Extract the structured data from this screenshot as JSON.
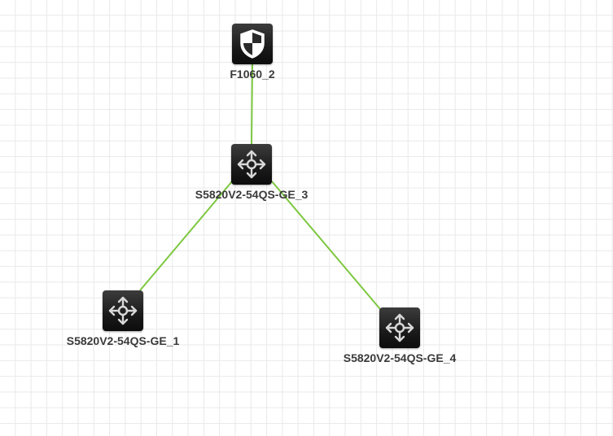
{
  "topology": {
    "link_color": "#7dc840",
    "nodes": {
      "firewall": {
        "label": "F1060_2",
        "icon": "firewall-shield-icon"
      },
      "switch3": {
        "label": "S5820V2-54QS-GE_3",
        "icon": "switch-arrows-icon"
      },
      "switch1": {
        "label": "S5820V2-54QS-GE_1",
        "icon": "switch-arrows-icon"
      },
      "switch4": {
        "label": "S5820V2-54QS-GE_4",
        "icon": "switch-arrows-icon"
      }
    },
    "links": [
      {
        "from": "F1060_2",
        "to": "S5820V2-54QS-GE_3"
      },
      {
        "from": "S5820V2-54QS-GE_3",
        "to": "S5820V2-54QS-GE_1"
      },
      {
        "from": "S5820V2-54QS-GE_3",
        "to": "S5820V2-54QS-GE_4"
      }
    ]
  }
}
